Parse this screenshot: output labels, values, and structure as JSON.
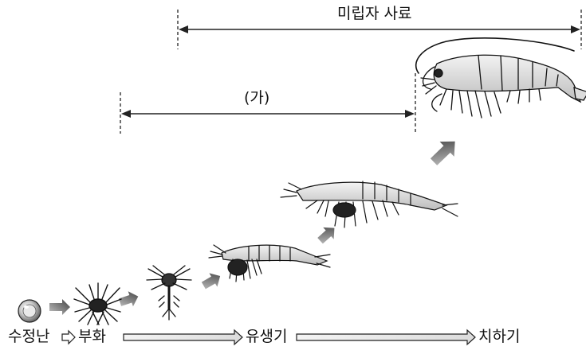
{
  "ranges": {
    "micro_feed": "미립자 사료",
    "ga": "(가)"
  },
  "timeline": {
    "fertilized_egg": "수정난",
    "hatching": "부화",
    "larval": "유생기",
    "juvenile": "치하기"
  },
  "colors": {
    "arrow_dark": "#4a4a4a",
    "arrow_light": "#b8b8b8",
    "ink": "#111111"
  }
}
